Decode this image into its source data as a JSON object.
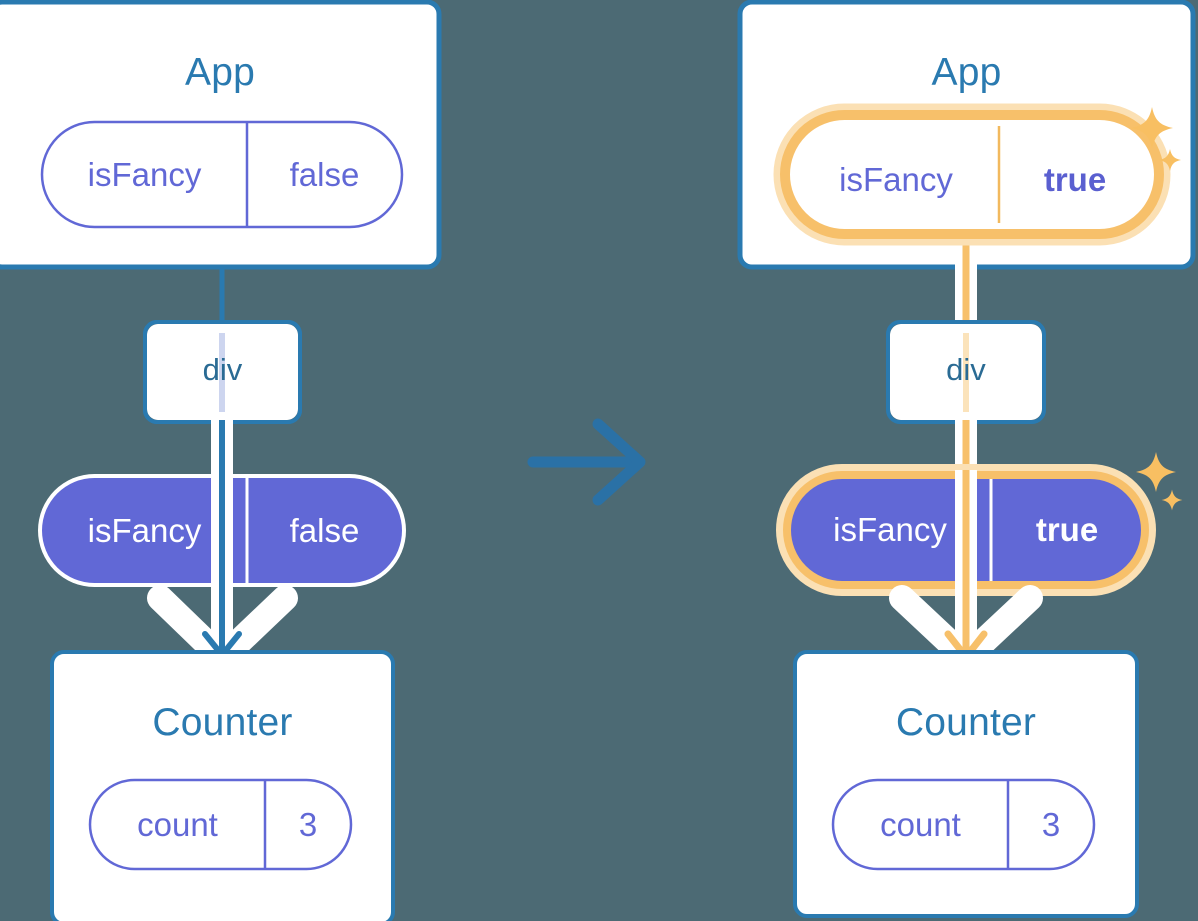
{
  "diagram": {
    "title": "React state propagation: isFancy false to true",
    "type": "two-panel-before-after",
    "colors": {
      "background": "#4c6a74",
      "box_border": "#2a7ab0",
      "box_fill": "#ffffff",
      "component_title": "#2a7ab0",
      "element_title": "#2a6b94",
      "pill_outline_stroke": "#6168d6",
      "pill_outline_text": "#6168d6",
      "pill_filled_fill": "#6168d6",
      "pill_filled_text": "#ffffff",
      "highlight_ring": "#f7c06a",
      "highlight_halo": "#fbe0b4",
      "connector_blue": "#2a7ab0",
      "connector_orange": "#f7c06a",
      "connector_outline": "#ffffff",
      "transition_arrow": "#2a71a6",
      "sparkle": "#f8bf62"
    }
  },
  "panels": [
    {
      "id": "before",
      "name": "before-panel",
      "highlighted": false,
      "app_box": {
        "title": "App"
      },
      "app_pill": {
        "key": "isFancy",
        "value": "false",
        "style": "outline",
        "bold_value": false,
        "highlighted": false
      },
      "div_box": {
        "title": "div"
      },
      "props_pill": {
        "key": "isFancy",
        "value": "false",
        "style": "filled",
        "bold_value": false,
        "highlighted": false
      },
      "counter_box": {
        "title": "Counter"
      },
      "counter_pill": {
        "key": "count",
        "value": "3",
        "style": "outline",
        "bold_value": false,
        "highlighted": false
      },
      "sparkles": []
    },
    {
      "id": "after",
      "name": "after-panel",
      "highlighted": true,
      "app_box": {
        "title": "App"
      },
      "app_pill": {
        "key": "isFancy",
        "value": "true",
        "style": "outline",
        "bold_value": true,
        "highlighted": true
      },
      "div_box": {
        "title": "div"
      },
      "props_pill": {
        "key": "isFancy",
        "value": "true",
        "style": "filled",
        "bold_value": true,
        "highlighted": true
      },
      "counter_box": {
        "title": "Counter"
      },
      "counter_pill": {
        "key": "count",
        "value": "3",
        "style": "outline",
        "bold_value": false,
        "highlighted": false
      },
      "sparkles": [
        "sparkle-large-top",
        "sparkle-small-top",
        "sparkle-large-bottom",
        "sparkle-small-bottom"
      ]
    }
  ],
  "transition": {
    "name": "transition-arrow",
    "direction": "right",
    "label": ""
  }
}
